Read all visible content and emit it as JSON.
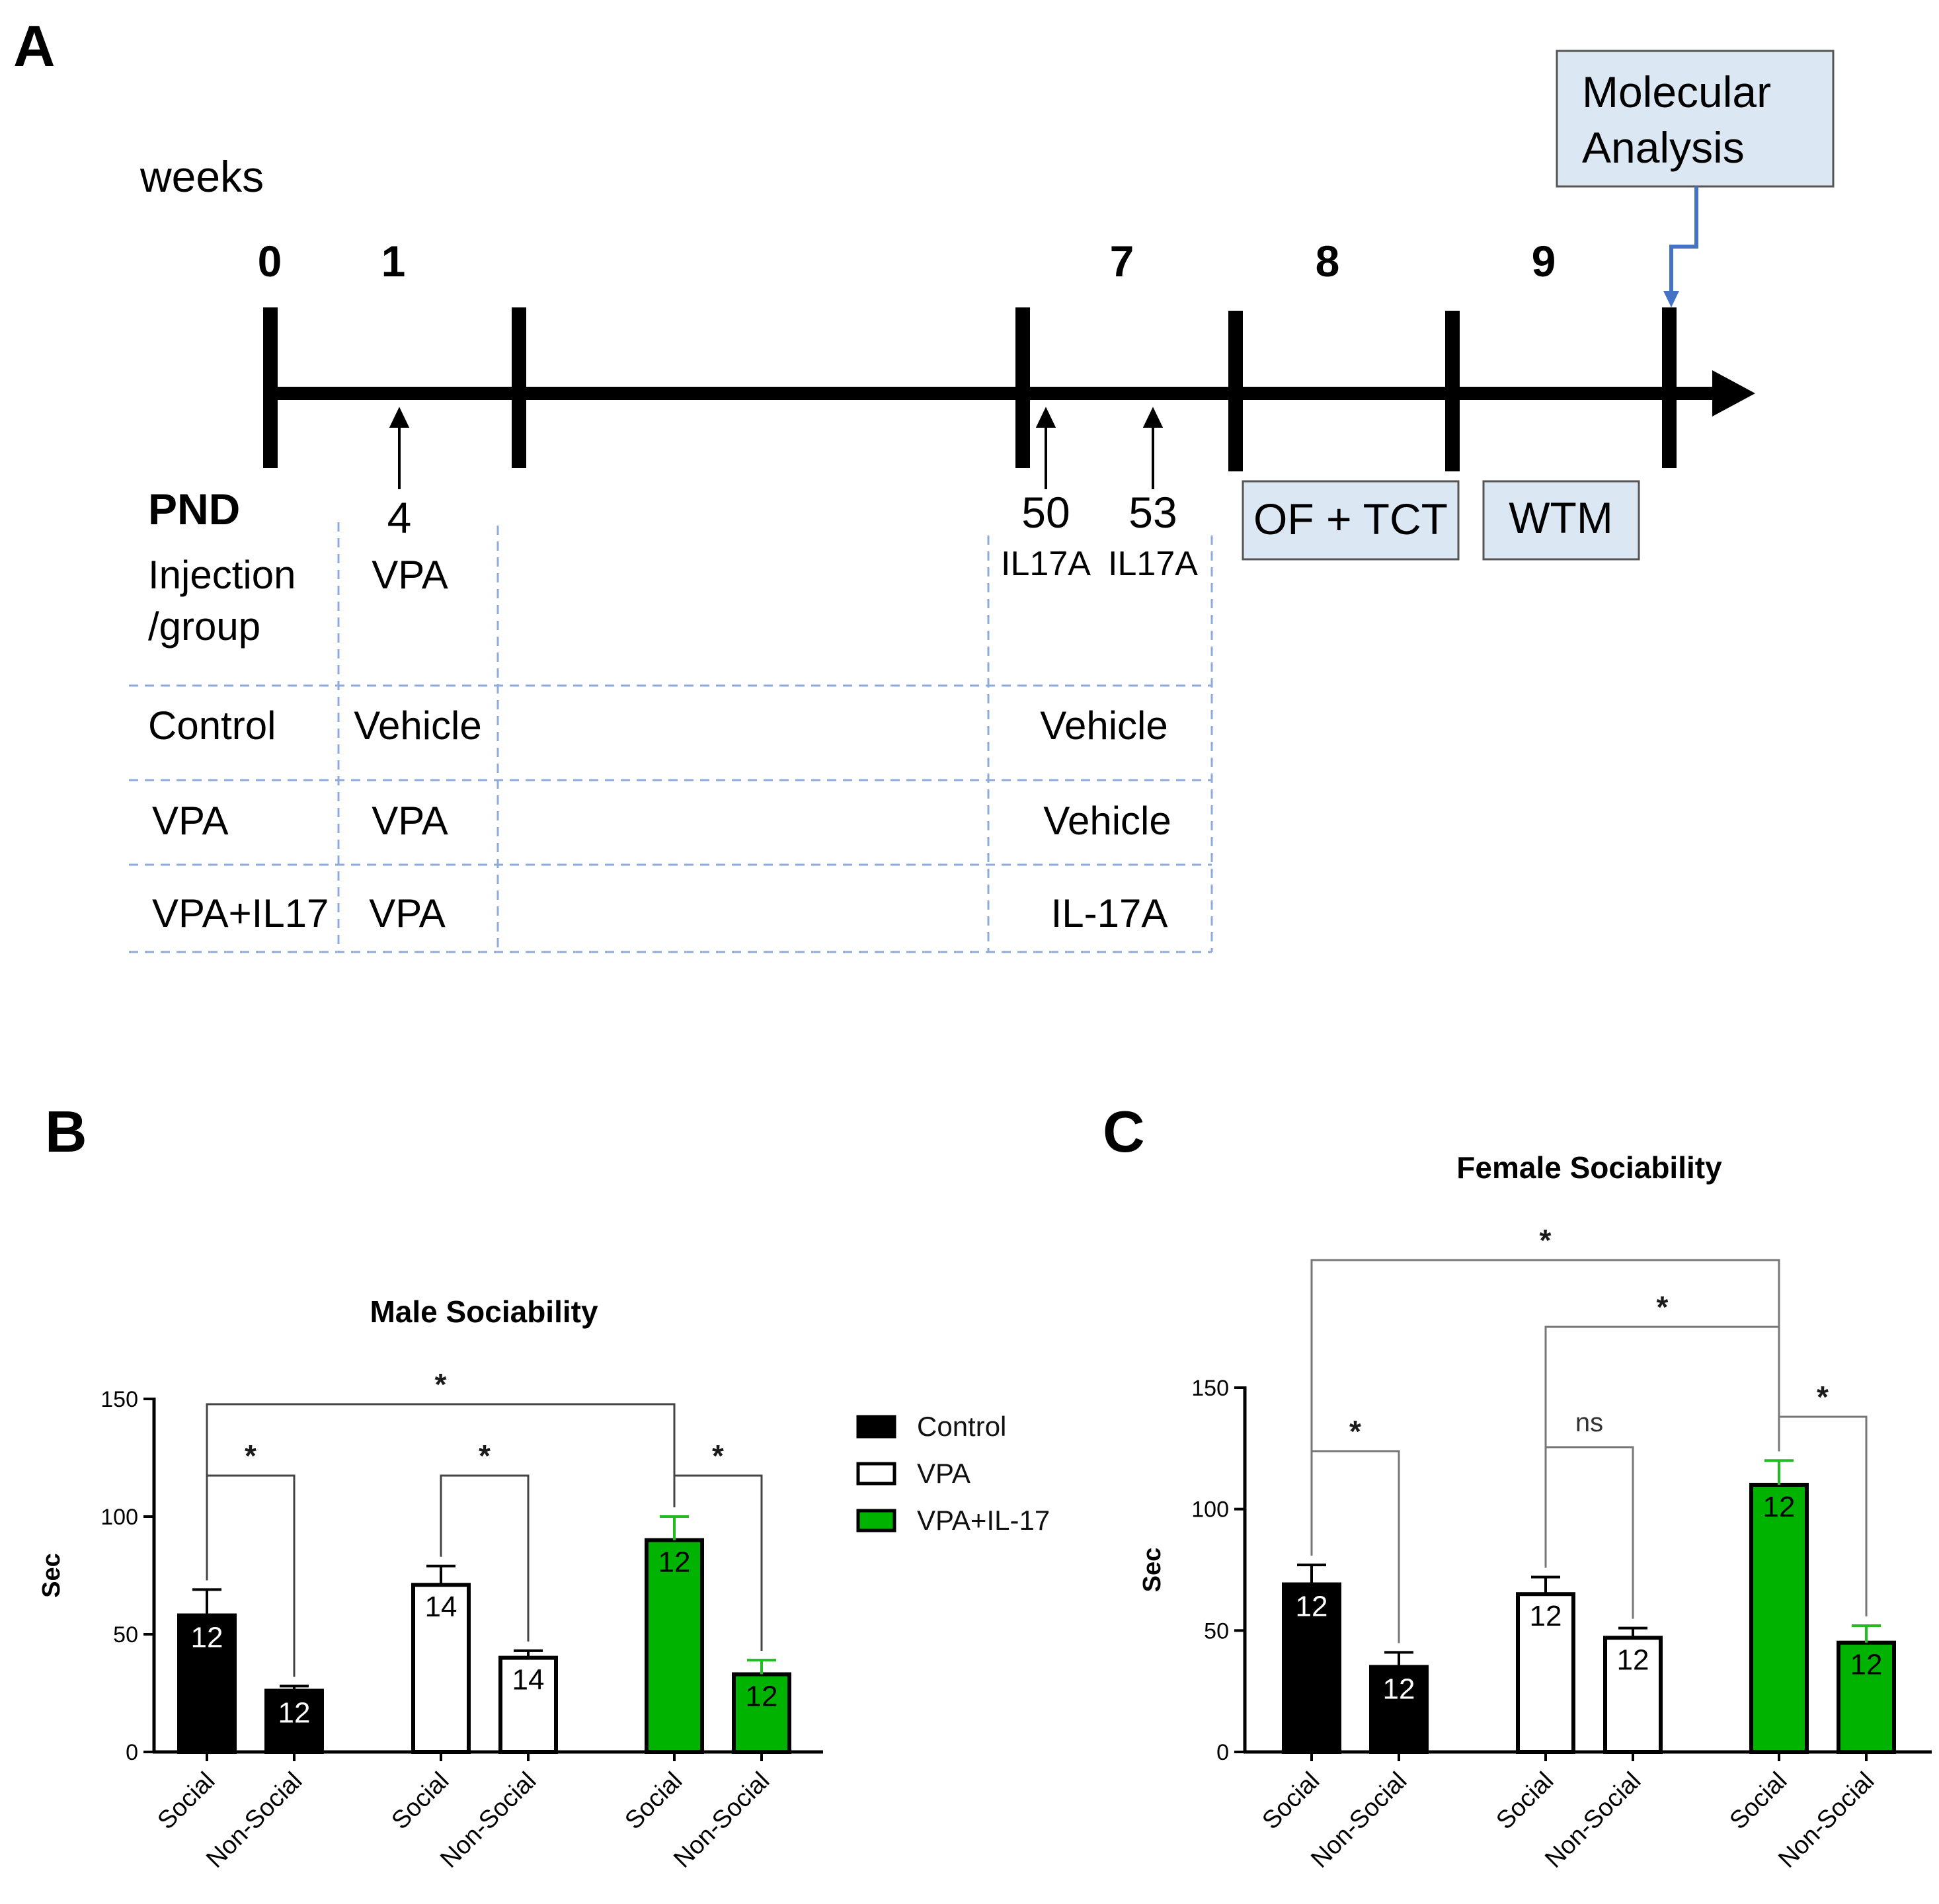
{
  "panel_labels": {
    "a": "A",
    "b": "B",
    "c": "C"
  },
  "timeline": {
    "weeks_label": "weeks",
    "week_numbers": [
      "0",
      "1",
      "7",
      "8",
      "9"
    ],
    "pnd_label": "PND",
    "pnd_days": [
      "4",
      "50",
      "53"
    ],
    "injection_labels": [
      "VPA",
      "IL17A",
      "IL17A"
    ],
    "molecular_line1": "Molecular",
    "molecular_line2": "Analysis",
    "of_tct": "OF + TCT",
    "wtm": "WTM",
    "arrow_color": "#4472c4",
    "box_fill": "#dbe7f3"
  },
  "design_table": {
    "header_line1": "Injection",
    "header_line2": "/group",
    "rows": [
      {
        "group": "Control",
        "pnd4": "Vehicle",
        "pnd50_53": "Vehicle"
      },
      {
        "group": "VPA",
        "pnd4": "VPA",
        "pnd50_53": "Vehicle"
      },
      {
        "group": "VPA+IL17",
        "pnd4": "VPA",
        "pnd50_53": "IL-17A"
      }
    ],
    "line_color": "#8eaadb"
  },
  "legend": [
    {
      "name": "Control",
      "fill": "#000000"
    },
    {
      "name": "VPA",
      "fill": "#ffffff"
    },
    {
      "name": "VPA+IL-17",
      "fill": "#00b300"
    }
  ],
  "chart_data": [
    {
      "type": "bar",
      "title": "Male Sociability",
      "ylabel": "Sec",
      "ylim": [
        0,
        150
      ],
      "yticks": [
        0,
        50,
        100,
        150
      ],
      "categories": [
        "Social",
        "Non-Social",
        "Social",
        "Non-Social",
        "Social",
        "Non-Social"
      ],
      "values": [
        58,
        26,
        71,
        40,
        90,
        33
      ],
      "errors": [
        11,
        2,
        8,
        3,
        10,
        6
      ],
      "n": [
        "12",
        "12",
        "14",
        "14",
        "12",
        "12"
      ],
      "groups": [
        "Control",
        "Control",
        "VPA",
        "VPA",
        "VPA+IL-17",
        "VPA+IL-17"
      ],
      "significance": [
        {
          "from": 0,
          "to": 1,
          "label": "*"
        },
        {
          "from": 2,
          "to": 3,
          "label": "*"
        },
        {
          "from": 4,
          "to": 5,
          "label": "*"
        },
        {
          "from": 0,
          "to": 4,
          "label": "*"
        }
      ]
    },
    {
      "type": "bar",
      "title": "Female Sociability",
      "ylabel": "Sec",
      "ylim": [
        0,
        150
      ],
      "yticks": [
        0,
        50,
        100,
        150
      ],
      "categories": [
        "Social",
        "Non-Social",
        "Social",
        "Non-Social",
        "Social",
        "Non-Social"
      ],
      "values": [
        69,
        35,
        65,
        47,
        110,
        45
      ],
      "errors": [
        8,
        6,
        7,
        4,
        10,
        7
      ],
      "n": [
        "12",
        "12",
        "12",
        "12",
        "12",
        "12"
      ],
      "groups": [
        "Control",
        "Control",
        "VPA",
        "VPA",
        "VPA+IL-17",
        "VPA+IL-17"
      ],
      "significance": [
        {
          "from": 0,
          "to": 1,
          "label": "*"
        },
        {
          "from": 2,
          "to": 3,
          "label": "ns"
        },
        {
          "from": 4,
          "to": 5,
          "label": "*"
        },
        {
          "from": 2,
          "to": 4,
          "label": "*"
        },
        {
          "from": 0,
          "to": 4,
          "label": "*"
        }
      ]
    }
  ]
}
